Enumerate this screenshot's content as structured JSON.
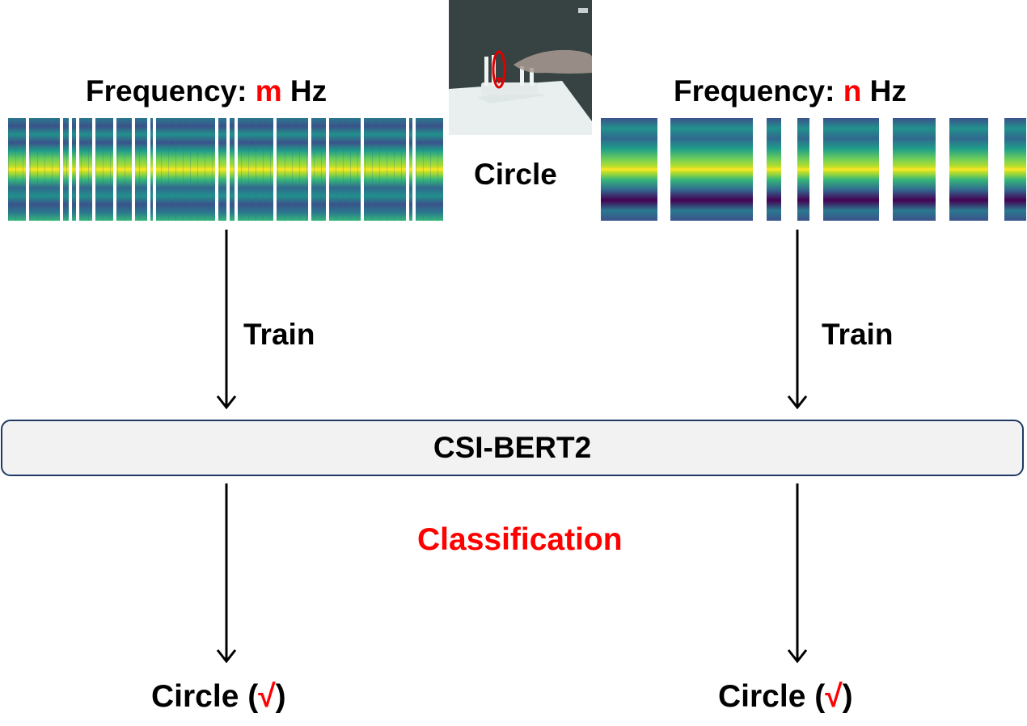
{
  "left_panel": {
    "freq_prefix": "Frequency: ",
    "freq_var": "m",
    "freq_suffix": " Hz",
    "train_label": "Train",
    "result_prefix": "Circle (",
    "result_mark": "√",
    "result_suffix": ")"
  },
  "right_panel": {
    "freq_prefix": "Frequency: ",
    "freq_var": "n",
    "freq_suffix": " Hz",
    "train_label": "Train",
    "result_prefix": "Circle (",
    "result_mark": "√",
    "result_suffix": ")"
  },
  "gesture_label": "Circle",
  "model_label": "CSI-BERT2",
  "task_label": "Classification",
  "colors": {
    "accent": "#ff0000",
    "model_border": "#1f3864",
    "model_fill": "#f2f2f2",
    "heatmap_low": "#440154",
    "heatmap_mid": "#21918c",
    "heatmap_high": "#fde725"
  }
}
